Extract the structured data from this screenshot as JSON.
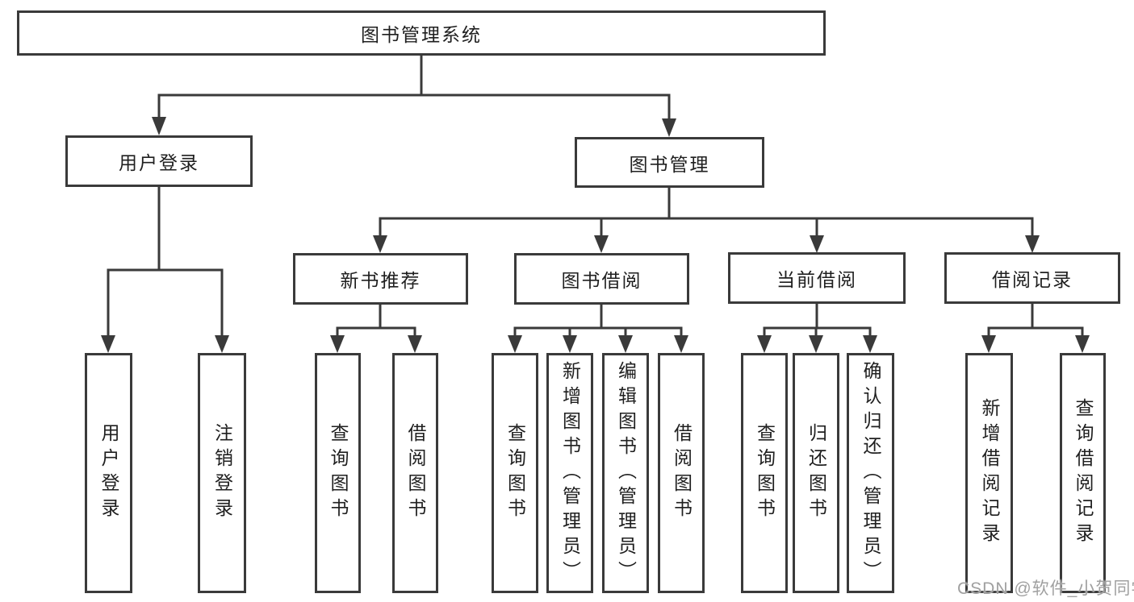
{
  "tree": {
    "label": "图书管理系统",
    "children": [
      {
        "label": "用户登录",
        "children": [
          {
            "label": "用户登录"
          },
          {
            "label": "注销登录"
          }
        ]
      },
      {
        "label": "图书管理",
        "children": [
          {
            "label": "新书推荐",
            "children": [
              {
                "label": "查询图书"
              },
              {
                "label": "借阅图书"
              }
            ]
          },
          {
            "label": "图书借阅",
            "children": [
              {
                "label": "查询图书"
              },
              {
                "label": "新增图书（管理员）"
              },
              {
                "label": "编辑图书（管理员）"
              },
              {
                "label": "借阅图书"
              }
            ]
          },
          {
            "label": "当前借阅",
            "children": [
              {
                "label": "查询图书"
              },
              {
                "label": "归还图书"
              },
              {
                "label": "确认归还（管理员）"
              }
            ]
          },
          {
            "label": "借阅记录",
            "children": [
              {
                "label": "新增借阅记录"
              },
              {
                "label": "查询借阅记录"
              }
            ]
          }
        ]
      }
    ]
  },
  "watermark": {
    "text": "CSDN @软件_小贺同学"
  },
  "colors": {
    "line": "#3a3a3a",
    "box_border": "#3a3a3a",
    "box_background": "#ffffff",
    "text": "#1f1f1f",
    "watermark_text": "#a0a0a0",
    "page_background": "#ffffff"
  }
}
